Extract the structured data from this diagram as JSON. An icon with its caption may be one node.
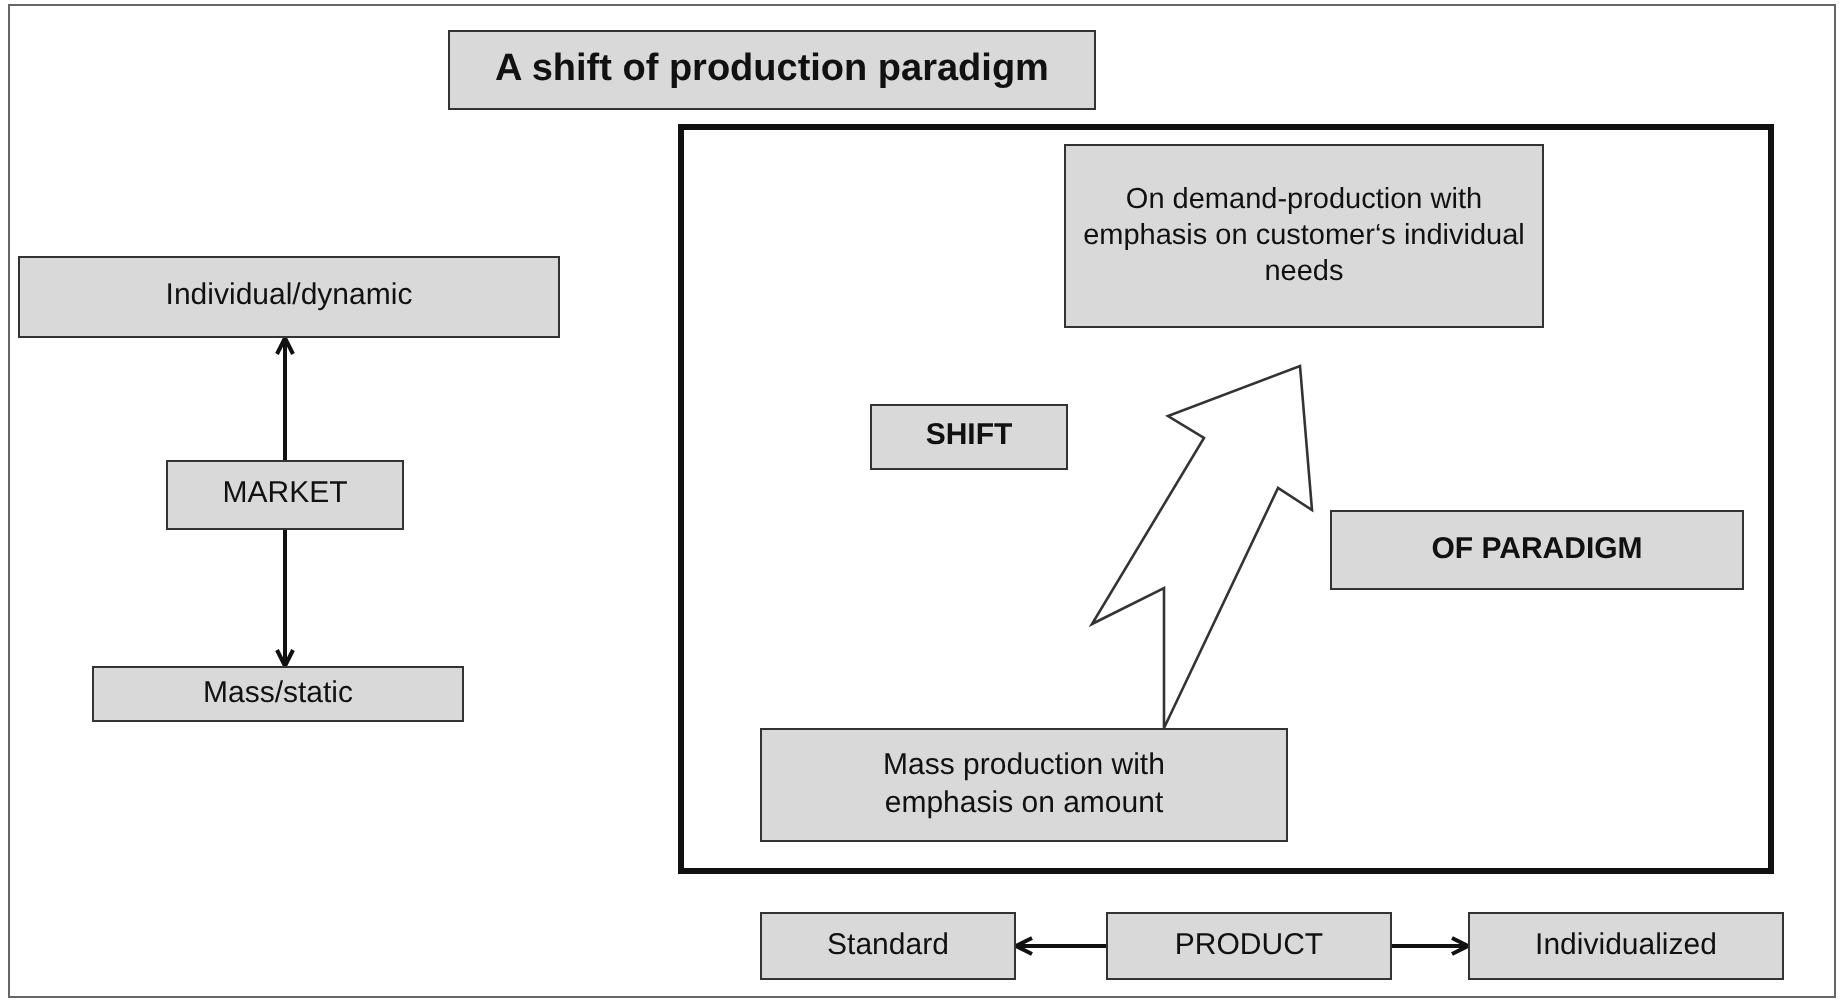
{
  "diagram": {
    "title": "A shift of production paradigm",
    "nodes": [
      {
        "text": [
          "Individual/dynamic"
        ]
      },
      {
        "text": [
          "MARKET"
        ]
      },
      {
        "text": [
          "Mass/static"
        ]
      },
      {
        "text": [],
        "shape": "box"
      },
      {
        "text": [
          "On demand-production with emphasis on customer‘s individual needs"
        ],
        "in": 3
      },
      {
        "text": [
          "SHIFT"
        ],
        "in": 3
      },
      {
        "text": [
          "OF PARADIGM"
        ],
        "in": 3
      },
      {
        "text": [
          "Mass production with emphasis on amount"
        ],
        "in": 3
      },
      {
        "text": [
          "Standard"
        ]
      },
      {
        "text": [
          "PRODUCT"
        ]
      },
      {
        "text": [
          "Individualized"
        ]
      }
    ],
    "edges": [
      {
        "from": 1,
        "to": 0,
        "arrow": "to"
      },
      {
        "from": 1,
        "to": 2,
        "arrow": "to"
      },
      {
        "from": 7,
        "to": 4,
        "arrow": "to",
        "style": "thick"
      },
      {
        "from": 9,
        "to": 8,
        "arrow": "to"
      },
      {
        "from": 9,
        "to": 10,
        "arrow": "to"
      }
    ]
  }
}
